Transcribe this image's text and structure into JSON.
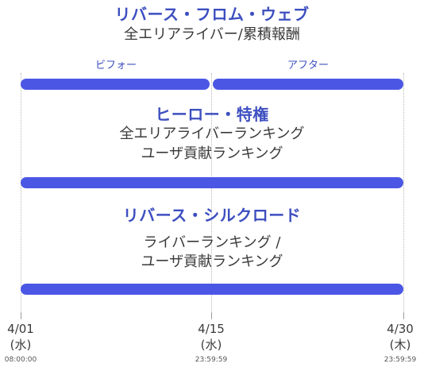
{
  "events": [
    {
      "title": "リバース・フロム・ウェブ",
      "lines": [
        "全エリアライバー/累積報酬"
      ]
    },
    {
      "title": "ヒーロー・特権",
      "lines": [
        "全エリアライバーランキング",
        "ユーザ貢献ランキング"
      ]
    },
    {
      "title": "リバース・シルクロード",
      "lines": [
        "ライバーランキング /",
        "ユーザ貢献ランキング"
      ]
    }
  ],
  "phases": {
    "before": "ビフォー",
    "after": "アフター"
  },
  "timeline": [
    {
      "date": "4/01",
      "day": "(水)",
      "time": "08:00:00"
    },
    {
      "date": "4/15",
      "day": "(水)",
      "time": "23:59:59"
    },
    {
      "date": "4/30",
      "day": "(木)",
      "time": "23:59:59"
    }
  ],
  "colors": {
    "accent": "#3d4fc0",
    "bar": "#4b57e4"
  }
}
